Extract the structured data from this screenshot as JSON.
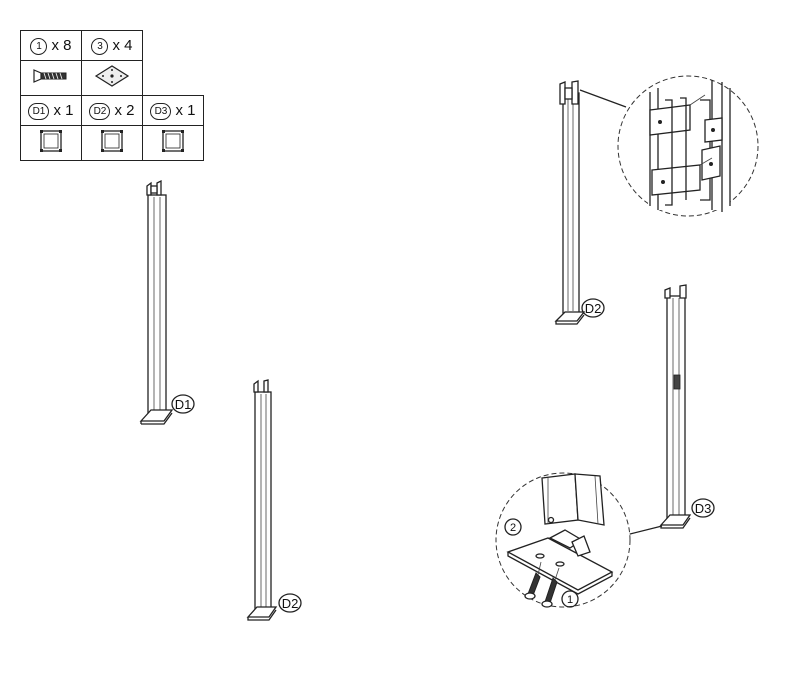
{
  "parts": [
    {
      "symbol": "1",
      "qty": "x 8",
      "icon": "screw-icon"
    },
    {
      "symbol": "3",
      "qty": "x 4",
      "icon": "base-plate-icon"
    }
  ],
  "posts": [
    {
      "symbol": "D1",
      "qty": "x 1",
      "icon": "post-section-icon"
    },
    {
      "symbol": "D2",
      "qty": "x 2",
      "icon": "post-section-icon"
    },
    {
      "symbol": "D3",
      "qty": "x 1",
      "icon": "post-section-icon"
    }
  ],
  "labels": {
    "d1": "D1",
    "d2_left": "D2",
    "d2_right": "D2",
    "d3": "D3",
    "detail_part_2": "2",
    "detail_part_1": "1"
  }
}
